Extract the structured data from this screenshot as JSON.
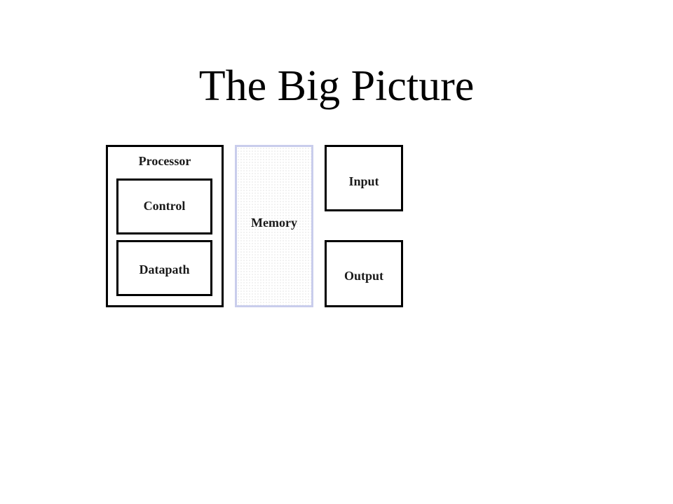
{
  "title": "The Big Picture",
  "components": {
    "processor": "Processor",
    "control": "Control",
    "datapath": "Datapath",
    "memory": "Memory",
    "input": "Input",
    "output": "Output"
  },
  "colors": {
    "border": "#000000",
    "memory_border": "#c9cdec",
    "memory_pattern": "#d3d3d3",
    "background": "#ffffff"
  }
}
